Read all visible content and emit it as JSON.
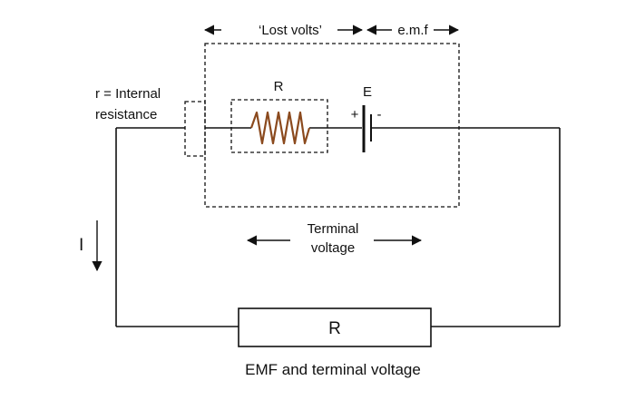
{
  "labels": {
    "lost_volts": "‘Lost volts’",
    "emf": "e.m.f",
    "internal_resistance_line1": "r = Internal",
    "internal_resistance_line2": "resistance",
    "resistor_label": "R",
    "cell_label": "E",
    "plus": "+",
    "minus": "-",
    "terminal_line1": "Terminal",
    "terminal_line2": "voltage",
    "current": "I",
    "load_resistor": "R",
    "caption": "EMF and terminal voltage"
  },
  "colors": {
    "wire": "#111111",
    "resistor_zigzag": "#8B4A1E",
    "background": "#ffffff"
  }
}
